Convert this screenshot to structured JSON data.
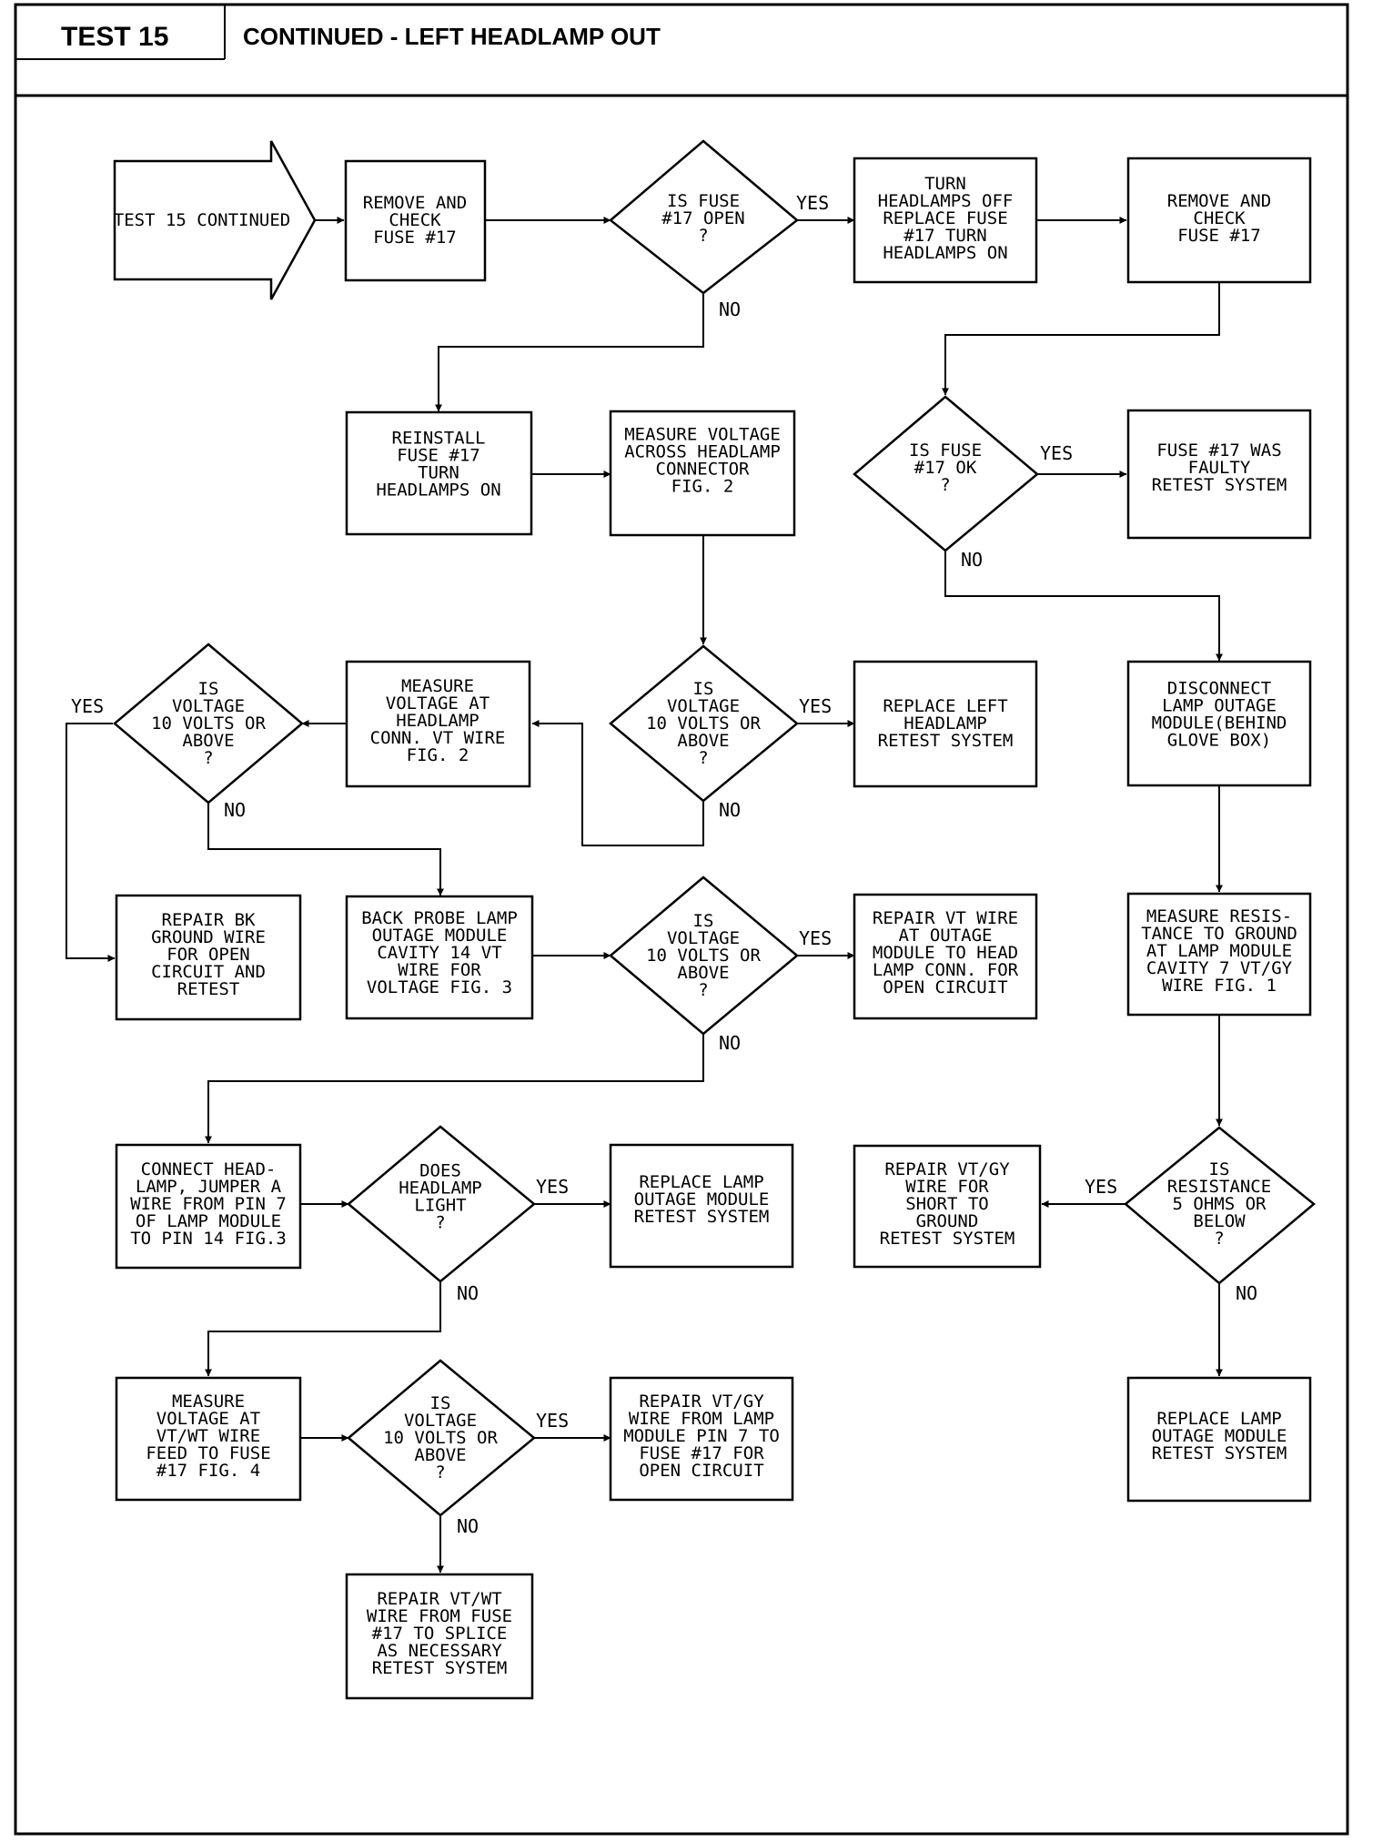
{
  "header": {
    "test_label": "TEST 15",
    "title": "CONTINUED - LEFT HEADLAMP OUT"
  },
  "nodes": {
    "start": [
      "TEST 15 CONTINUED"
    ],
    "remove_check_1": [
      "REMOVE AND",
      "CHECK",
      "FUSE #17"
    ],
    "fuse_open_q": [
      "IS FUSE",
      "#17 OPEN",
      "?"
    ],
    "turn_off_replace": [
      "TURN",
      "HEADLAMPS OFF",
      "REPLACE FUSE",
      "#17 TURN",
      "HEADLAMPS ON"
    ],
    "remove_check_2": [
      "REMOVE AND",
      "CHECK",
      "FUSE #17"
    ],
    "reinstall": [
      "REINSTALL",
      "FUSE #17",
      "TURN",
      "HEADLAMPS ON"
    ],
    "measure_across": [
      "MEASURE VOLTAGE",
      "ACROSS HEADLAMP",
      "CONNECTOR",
      "FIG. 2"
    ],
    "fuse_ok_q": [
      "IS FUSE",
      "#17 OK",
      "?"
    ],
    "fuse_faulty": [
      "FUSE #17 WAS",
      "FAULTY",
      "RETEST SYSTEM"
    ],
    "voltage_q_left": [
      "IS",
      "VOLTAGE",
      "10 VOLTS OR",
      "ABOVE",
      "?"
    ],
    "measure_vt": [
      "MEASURE",
      "VOLTAGE AT",
      "HEADLAMP",
      "CONN. VT WIRE",
      "FIG. 2"
    ],
    "voltage_q_center": [
      "IS",
      "VOLTAGE",
      "10 VOLTS OR",
      "ABOVE",
      "?"
    ],
    "replace_left": [
      "REPLACE LEFT",
      "HEADLAMP",
      "RETEST SYSTEM"
    ],
    "disconnect_module": [
      "DISCONNECT",
      "LAMP OUTAGE",
      "MODULE(BEHIND",
      "GLOVE BOX)"
    ],
    "repair_bk": [
      "REPAIR BK",
      "GROUND WIRE",
      "FOR OPEN",
      "CIRCUIT AND",
      "RETEST"
    ],
    "back_probe": [
      "BACK PROBE LAMP",
      "OUTAGE MODULE",
      "CAVITY 14 VT",
      "WIRE FOR",
      "VOLTAGE FIG. 3"
    ],
    "voltage_q_probe": [
      "IS",
      "VOLTAGE",
      "10 VOLTS OR",
      "ABOVE",
      "?"
    ],
    "repair_vt": [
      "REPAIR VT WIRE",
      "AT OUTAGE",
      "MODULE TO HEAD",
      "LAMP CONN. FOR",
      "OPEN CIRCUIT"
    ],
    "measure_resistance": [
      "MEASURE RESIS-",
      "TANCE TO GROUND",
      "AT LAMP MODULE",
      "CAVITY 7 VT/GY",
      "WIRE FIG. 1"
    ],
    "connect_jumper": [
      "CONNECT HEAD-",
      "LAMP, JUMPER A",
      "WIRE FROM PIN 7",
      "OF LAMP MODULE",
      "TO PIN 14 FIG.3"
    ],
    "headlamp_light_q": [
      "DOES",
      "HEADLAMP",
      "LIGHT",
      "?"
    ],
    "replace_module_1": [
      "REPLACE LAMP",
      "OUTAGE MODULE",
      "RETEST SYSTEM"
    ],
    "repair_vtgy_short": [
      "REPAIR VT/GY",
      "WIRE FOR",
      "SHORT TO",
      "GROUND",
      "RETEST SYSTEM"
    ],
    "resistance_q": [
      "IS",
      "RESISTANCE",
      "5 OHMS OR",
      "BELOW",
      "?"
    ],
    "measure_vtwt": [
      "MEASURE",
      "VOLTAGE AT",
      "VT/WT WIRE",
      "FEED TO FUSE",
      "#17 FIG. 4"
    ],
    "voltage_q_feed": [
      "IS",
      "VOLTAGE",
      "10 VOLTS OR",
      "ABOVE",
      "?"
    ],
    "repair_vtgy_open": [
      "REPAIR VT/GY",
      "WIRE FROM LAMP",
      "MODULE PIN 7 TO",
      "FUSE #17 FOR",
      "OPEN CIRCUIT"
    ],
    "replace_module_2": [
      "REPLACE LAMP",
      "OUTAGE MODULE",
      "RETEST SYSTEM"
    ],
    "repair_vtwt": [
      "REPAIR VT/WT",
      "WIRE FROM FUSE",
      "#17 TO SPLICE",
      "AS NECESSARY",
      "RETEST SYSTEM"
    ]
  },
  "edge_labels": {
    "yes": "YES",
    "no": "NO"
  }
}
